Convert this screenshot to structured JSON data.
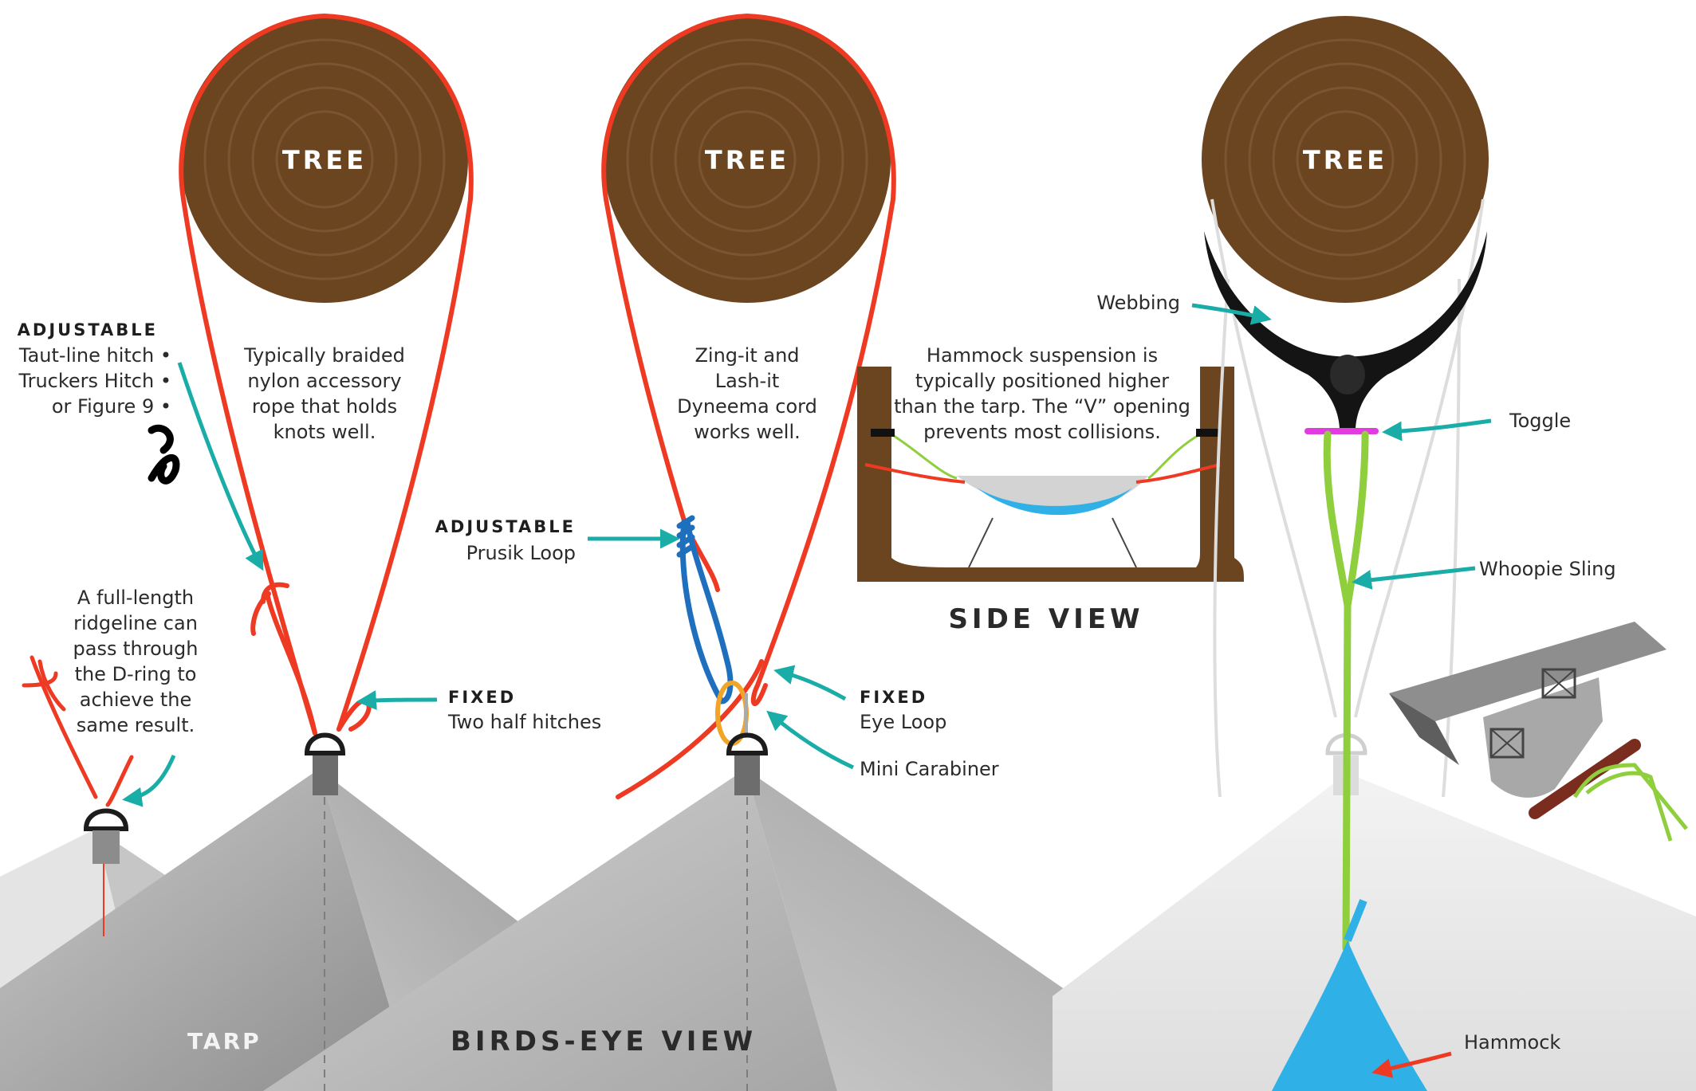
{
  "trees": {
    "tree1": "TREE",
    "tree2": "TREE",
    "tree3": "TREE"
  },
  "left": {
    "adjustable_heading": "ADJUSTABLE",
    "adjustable_lines": [
      "Taut-line hitch •",
      "Truckers Hitch •",
      "or Figure 9 •"
    ],
    "rope_note": [
      "Typically braided",
      "nylon accessory",
      "rope that holds",
      "knots well."
    ],
    "ridgeline_note": [
      "A full-length",
      "ridgeline can",
      "pass through",
      "the D-ring to",
      "achieve the",
      "same result."
    ],
    "fixed_heading": "FIXED",
    "fixed_text": "Two half hitches",
    "tarp_label": "TARP",
    "view_label": "BIRDS-EYE VIEW"
  },
  "middle": {
    "cord_note": [
      "Zing-it and",
      "Lash-it",
      "Dyneema cord",
      "works well."
    ],
    "adjustable_heading": "ADJUSTABLE",
    "adjustable_text": "Prusik Loop",
    "fixed_heading": "FIXED",
    "fixed_text": "Eye Loop",
    "carabiner_text": "Mini Carabiner"
  },
  "side": {
    "note": [
      "Hammock suspension is",
      "typically positioned higher",
      "than the tarp. The “V” opening",
      "prevents most collisions."
    ],
    "view_label": "SIDE VIEW"
  },
  "right": {
    "webbing": "Webbing",
    "toggle": "Toggle",
    "whoopie": "Whoopie Sling",
    "hammock": "Hammock"
  },
  "colors": {
    "tree": "#6b4420",
    "rope_red": "#ee3a22",
    "prusik_blue": "#1f6fbf",
    "arrow_teal": "#1aada8",
    "sling_green": "#8fce3c",
    "hammock_blue": "#2fb0e6",
    "toggle_magenta": "#e23be0"
  }
}
